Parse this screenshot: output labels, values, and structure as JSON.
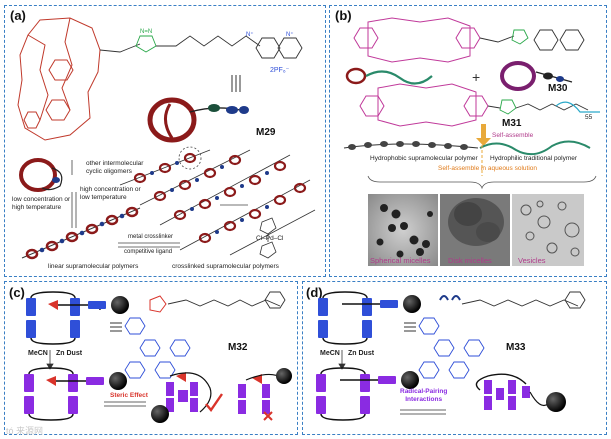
{
  "panels": {
    "a": {
      "label": "(a)",
      "compound": "M29",
      "counterion": "2PF₆⁻",
      "other_oligomers": "other intermolecular\ncyclic oligomers",
      "low_conc": "low concentration or\nhigh temperature",
      "high_conc": "high concentration or\nlow temperature",
      "metal_crosslinker": "metal crosslinker",
      "competitive_ligand": "competitive ligand",
      "linear_polymers": "linear supramolecular polymers",
      "crosslinked_polymers": "crosslinked supramolecular polymers",
      "pd_complex": "Cl–Pd–Cl"
    },
    "b": {
      "label": "(b)",
      "compound_top": "M30",
      "compound_bottom": "M31",
      "repeat_n": "55",
      "self_assemble": "Self-assemble",
      "hydrophobic": "Hydrophobic supramolecular polymer",
      "hydrophilic": "Hydrophilic traditional polymer",
      "aqueous": "Self-assemble in aqueous solution",
      "tem_labels": [
        "Spherical micelles",
        "Disk micelles",
        "Vesicles"
      ]
    },
    "c": {
      "label": "(c)",
      "compound": "M32",
      "solvent": "MeCN",
      "reductant": "Zn Dust",
      "effect": "Steric Effect"
    },
    "d": {
      "label": "(d)",
      "compound": "M33",
      "solvent": "MeCN",
      "reductant": "Zn Dust",
      "effect": "Radical-Pairing\nInteractions"
    }
  },
  "watermark": "tó 来源网",
  "colors": {
    "frame": "#3a7fc4",
    "crown_red": "#c0392b",
    "blue_ring": "#2f4fd8",
    "purple_ring": "#8a2be2",
    "magenta_text": "#b03a8a",
    "orange_text": "#e07b1a",
    "check_red": "#d9342b"
  }
}
